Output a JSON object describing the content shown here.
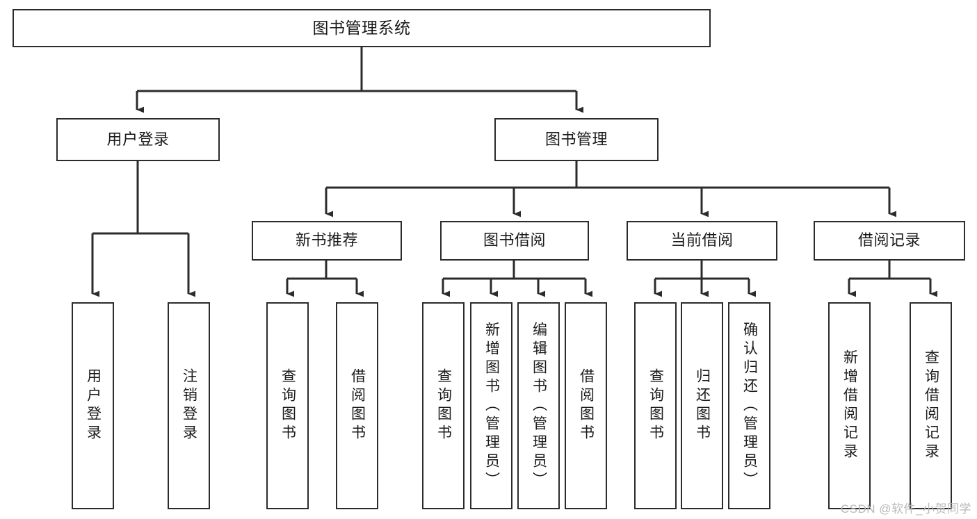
{
  "diagram": {
    "type": "tree-hierarchy-chart",
    "title": "图书管理系统",
    "watermark": "CSDN @软件_小贺同学",
    "colors": {
      "box_border": "#2b2b2b",
      "box_fill": "#ffffff",
      "connector": "#2b2b2b",
      "text": "#1a1a1a",
      "watermark": "#b9b9b9"
    },
    "levels": {
      "root": {
        "label": "图书管理系统",
        "orientation": "horizontal"
      },
      "level1": [
        {
          "label": "用户登录",
          "orientation": "horizontal"
        },
        {
          "label": "图书管理",
          "orientation": "horizontal"
        }
      ],
      "level2": [
        {
          "label": "新书推荐",
          "orientation": "horizontal"
        },
        {
          "label": "图书借阅",
          "orientation": "horizontal"
        },
        {
          "label": "当前借阅",
          "orientation": "horizontal"
        },
        {
          "label": "借阅记录",
          "orientation": "horizontal"
        }
      ],
      "leaves": {
        "user_login": [
          {
            "label": "用户登录",
            "orientation": "vertical"
          },
          {
            "label": "注销登录",
            "orientation": "vertical"
          }
        ],
        "new_book_recommend": [
          {
            "label": "查询图书",
            "orientation": "vertical"
          },
          {
            "label": "借阅图书",
            "orientation": "vertical"
          }
        ],
        "book_borrow": [
          {
            "label": "查询图书",
            "orientation": "vertical"
          },
          {
            "label": "新增图书（管理员）",
            "orientation": "vertical"
          },
          {
            "label": "编辑图书（管理员）",
            "orientation": "vertical"
          },
          {
            "label": "借阅图书",
            "orientation": "vertical"
          }
        ],
        "current_borrow": [
          {
            "label": "查询图书",
            "orientation": "vertical"
          },
          {
            "label": "归还图书",
            "orientation": "vertical"
          },
          {
            "label": "确认归还（管理员）",
            "orientation": "vertical"
          }
        ],
        "borrow_record": [
          {
            "label": "新增借阅记录",
            "orientation": "vertical"
          },
          {
            "label": "查询借阅记录",
            "orientation": "vertical"
          }
        ]
      }
    }
  }
}
